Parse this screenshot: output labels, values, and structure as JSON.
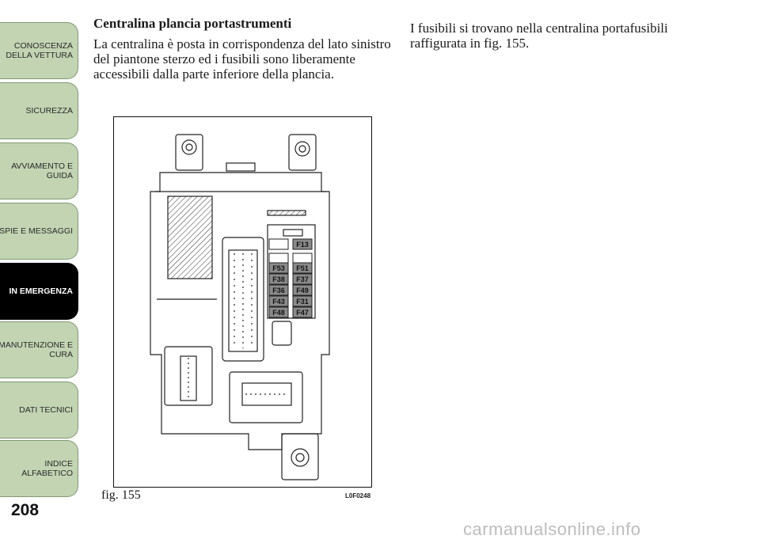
{
  "sidebar": {
    "tabs": [
      {
        "line1": "CONOSCENZA",
        "line2": "DELLA VETTURA",
        "active": false
      },
      {
        "line1": "SICUREZZA",
        "line2": "",
        "active": false
      },
      {
        "line1": "AVVIAMENTO E",
        "line2": "GUIDA",
        "active": false
      },
      {
        "line1": "SPIE E MESSAGGI",
        "line2": "",
        "active": false
      },
      {
        "line1": "IN EMERGENZA",
        "line2": "",
        "active": true
      },
      {
        "line1": "MANUTENZIONE E",
        "line2": "CURA",
        "active": false
      },
      {
        "line1": "DATI TECNICI",
        "line2": "",
        "active": false
      },
      {
        "line1": "INDICE",
        "line2": "ALFABETICO",
        "active": false
      }
    ]
  },
  "page_number": "208",
  "content": {
    "heading": "Centralina plancia portastrumenti",
    "paragraph_left": "La centralina è posta in corrispondenza del lato sinistro del piantone sterzo ed i fusibili sono liberamente accessibili dalla parte inferiore della plancia.",
    "paragraph_right": "I fusibili si trovano nella centralina portafusibili raffigurata in fig. 155."
  },
  "figure": {
    "caption": "fig. 155",
    "code": "L0F0248",
    "fuses": [
      [
        "",
        "F13"
      ],
      [
        "F53",
        "F51"
      ],
      [
        "F38",
        "F37"
      ],
      [
        "F36",
        "F49"
      ],
      [
        "F43",
        "F31"
      ],
      [
        "F48",
        "F47"
      ]
    ]
  },
  "watermark": "carmanualsonline.info"
}
